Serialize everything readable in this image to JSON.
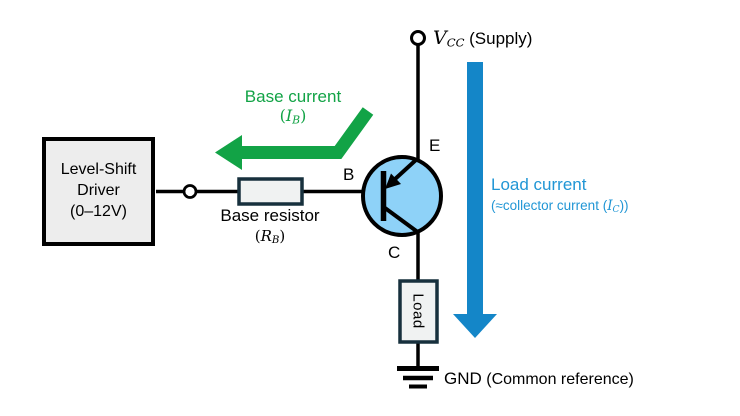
{
  "colors": {
    "green": "#12A346",
    "blue_arrow": "#1486C8",
    "blue_text": "#2196D5",
    "transistor_fill": "#8ED2F8",
    "component_border": "#17303D",
    "box_fill": "#EDEDED",
    "wire": "#000000"
  },
  "supply": {
    "symbol": "V",
    "subscript": "CC",
    "label": "(Supply)"
  },
  "base_current": {
    "title": "Base current",
    "paren_open": "(",
    "symbol": "I",
    "subscript": "B",
    "paren_close": ")"
  },
  "load_current": {
    "title": "Load current",
    "sub_prefix": "(≈collector current (",
    "symbol": "I",
    "subscript": "C",
    "sub_suffix": "))"
  },
  "driver_box": {
    "line1": "Level-Shift",
    "line2": "Driver",
    "line3": "(0–12V)"
  },
  "base_resistor": {
    "label": "Base resistor",
    "paren_open": "(",
    "symbol": "R",
    "subscript": "B",
    "paren_close": ")"
  },
  "transistor": {
    "base_pin": "B",
    "emitter_pin": "E",
    "collector_pin": "C"
  },
  "load": {
    "label": "Load"
  },
  "ground": {
    "label": "GND",
    "sublabel": "(Common reference)"
  }
}
